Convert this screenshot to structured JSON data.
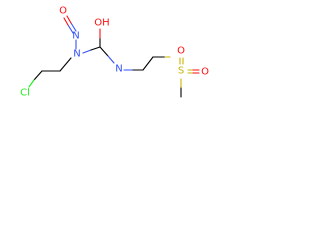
{
  "molecule": {
    "atoms": {
      "nitroso_o": {
        "label": "O",
        "color": "#ff0d0d"
      },
      "nitroso_n": {
        "label": "N",
        "color": "#3050f8"
      },
      "amide_n": {
        "label": "N",
        "color": "#3050f8"
      },
      "carbonyl_o": {
        "label": "OH",
        "color": "#ff0d0d"
      },
      "amine_nh": {
        "label": "N",
        "color": "#3050f8"
      },
      "chlorine": {
        "label": "Cl",
        "color": "#1ff01f"
      },
      "sulfur": {
        "label": "S",
        "color": "#c8b400"
      },
      "sulfonyl_o1": {
        "label": "O",
        "color": "#ff0d0d"
      },
      "sulfonyl_o2": {
        "label": "O",
        "color": "#ff0d0d"
      }
    }
  }
}
